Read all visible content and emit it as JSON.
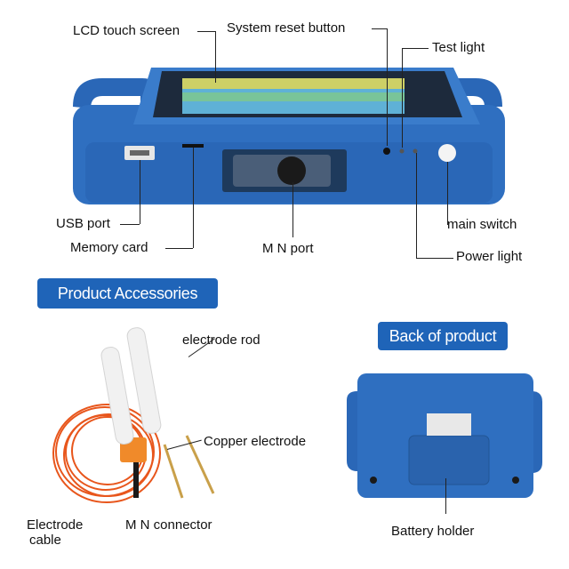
{
  "top_labels": {
    "lcd": "LCD touch screen",
    "reset": "System reset button",
    "test_light": "Test light",
    "usb": "USB port",
    "memory": "Memory card",
    "mn_port": "M N port",
    "main_switch": "main switch",
    "power_light": "Power light"
  },
  "sections": {
    "accessories": "Product Accessories",
    "back": "Back of product"
  },
  "accessory_labels": {
    "rod": "electrode rod",
    "copper": "Copper electrode",
    "cable_line1": "Electrode",
    "cable_line2": "cable",
    "connector": "M N connector"
  },
  "back_labels": {
    "battery": "Battery holder"
  },
  "colors": {
    "device_blue": "#2a67b7",
    "banner_blue": "#1f64b8",
    "cable_orange": "#e8561c",
    "copper": "#c9a04a"
  }
}
